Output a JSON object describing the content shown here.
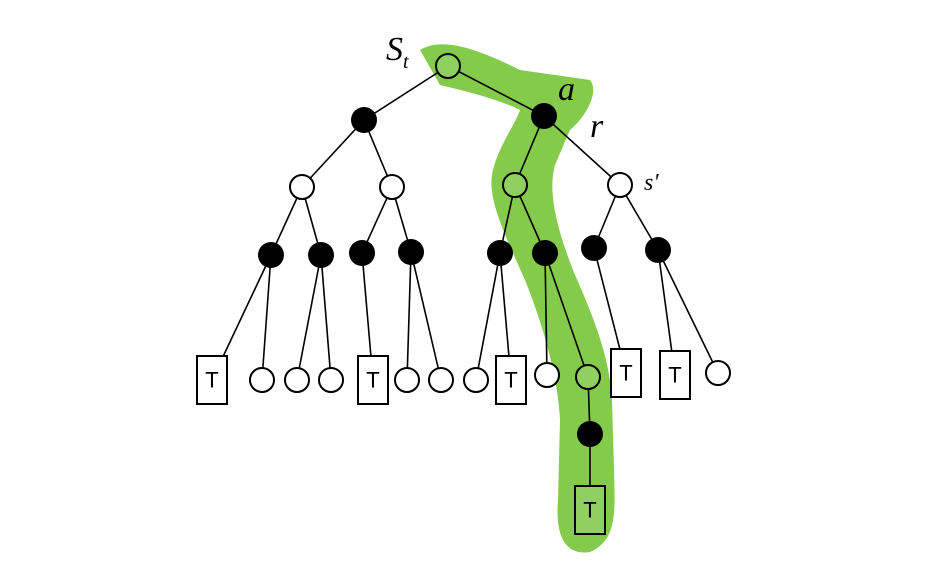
{
  "labels": {
    "root": "S",
    "root_sub": "t",
    "action": "a",
    "reward": "r",
    "next_state": "s'"
  },
  "terminal_label": "T",
  "colors": {
    "highlight": "#7dc842",
    "state_fill": "#ffffff",
    "action_fill": "#000000"
  }
}
